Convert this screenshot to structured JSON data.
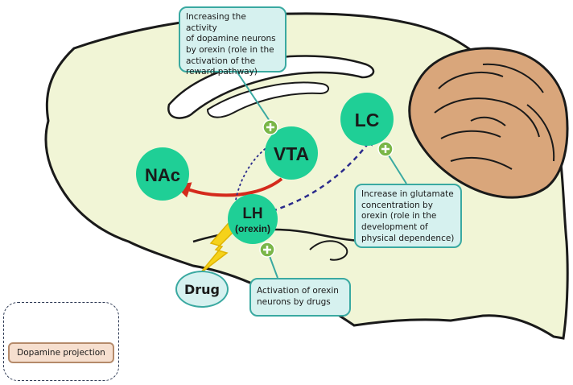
{
  "regions": {
    "vta": "VTA",
    "nac": "NAc",
    "lc": "LC",
    "lh": "LH",
    "lh_sub": "(orexin)"
  },
  "drug": "Drug",
  "notes": {
    "vta_note": "Increasing the activity\nof dopamine neurons\nby orexin (role in the\nactivation of the\nreward pathway)",
    "lc_note": "Increase in glutamate\nconcentration by\norexin (role in the\ndevelopment of\nphysical dependence)",
    "lh_note": "Activation of orexin\nneurons by drugs"
  },
  "legend": {
    "dopamine_projection": "Dopamine projection"
  },
  "colors": {
    "brain_fill": "#f1f5d6",
    "region_node": "#1fcf96",
    "dopamine_arrow": "#d42a1c",
    "orexin_projection": "#2b2b8c",
    "drug_bolt": "#f5d21b",
    "plus_badge": "#7ab648",
    "cerebellum": "#d9a67b",
    "note_border": "#3aa9a1",
    "note_fill": "#d6f1ef"
  },
  "icons": {
    "plus": "plus-icon",
    "lightning": "lightning-bolt-icon"
  }
}
